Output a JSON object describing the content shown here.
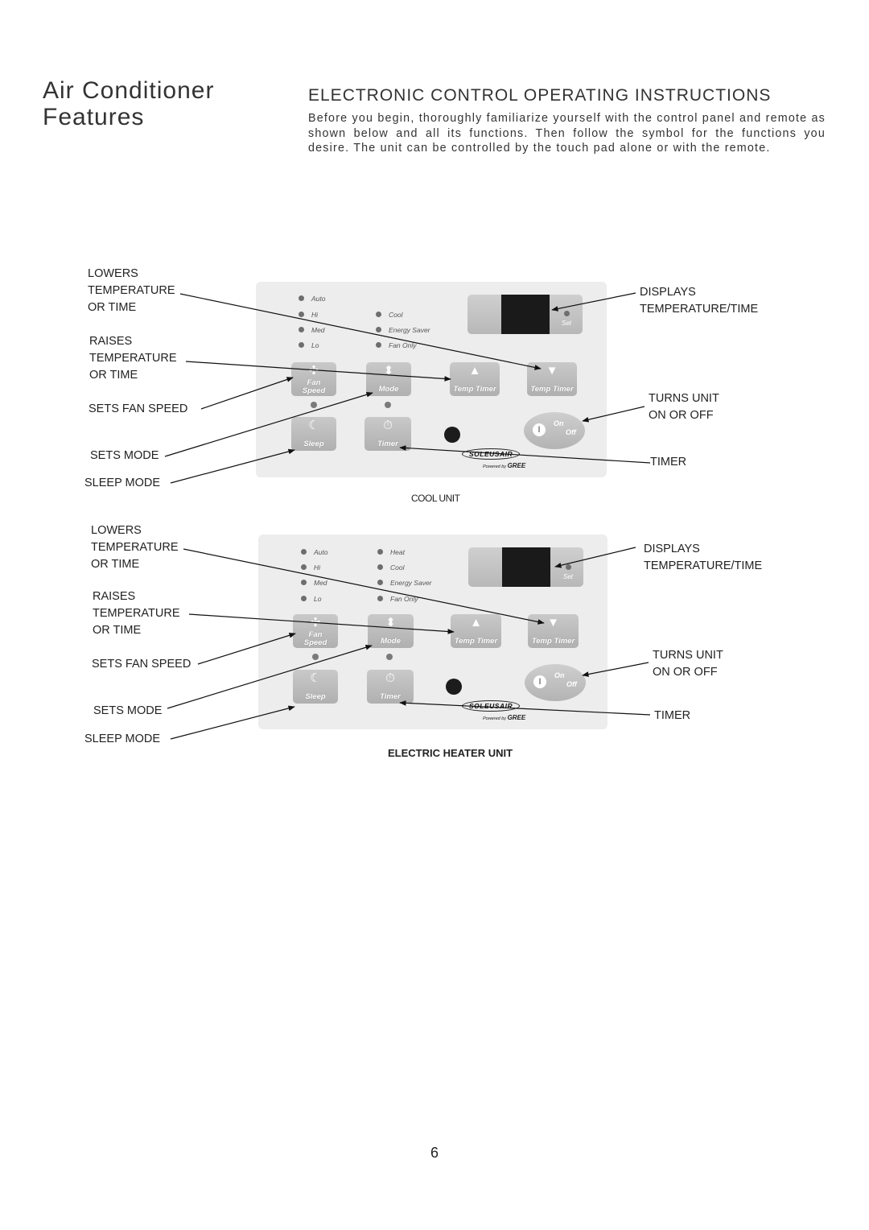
{
  "page": {
    "title_line1": "Air Conditioner",
    "title_line2": "Features",
    "heading": "ELECTRONIC CONTROL OPERATING INSTRUCTIONS",
    "intro": "Before you begin, thoroughly familiarize yourself with the control panel and remote as shown below and all its functions. Then follow the symbol for the functions you desire. The unit can be controlled by the touch pad alone or with the remote.",
    "page_number": "6"
  },
  "labels": {
    "lowers": [
      "LOWERS",
      "TEMPERATURE",
      "OR TIME"
    ],
    "raises": [
      "RAISES",
      "TEMPERATURE",
      "OR TIME"
    ],
    "fan_speed": "SETS  FAN SPEED",
    "sets_mode": "SETS MODE",
    "sleep_mode": "SLEEP MODE",
    "displays": [
      "DISPLAYS",
      "TEMPERATURE/TIME"
    ],
    "turns_unit": [
      "TURNS UNIT",
      "ON OR OFF"
    ],
    "timer": "TIMER"
  },
  "panel_text": {
    "fan_indicators": [
      "Auto",
      "Hi",
      "Med",
      "Lo"
    ],
    "display_set": "Set",
    "buttons": {
      "fan_speed": [
        "Fan",
        "Speed"
      ],
      "mode": "Mode",
      "temp_up": "Temp Timer",
      "temp_down": "Temp Timer",
      "sleep": "Sleep",
      "timer": "Timer",
      "on": "On",
      "off": "Off"
    },
    "brand": "SOLEUSAIR",
    "powered_by": "Powered by",
    "maker": "GREE"
  },
  "cool_unit": {
    "caption": "COOL UNIT",
    "mode_indicators": [
      "Cool",
      "Energy Saver",
      "Fan Only"
    ]
  },
  "heater_unit": {
    "caption": "ELECTRIC HEATER UNIT",
    "mode_indicators": [
      "Heat",
      "Cool",
      "Energy Saver",
      "Fan Only"
    ]
  },
  "colors": {
    "panel": "#ededed",
    "button": "#bdbdbd",
    "screen": "#1a1a1a",
    "text": "#222222"
  }
}
